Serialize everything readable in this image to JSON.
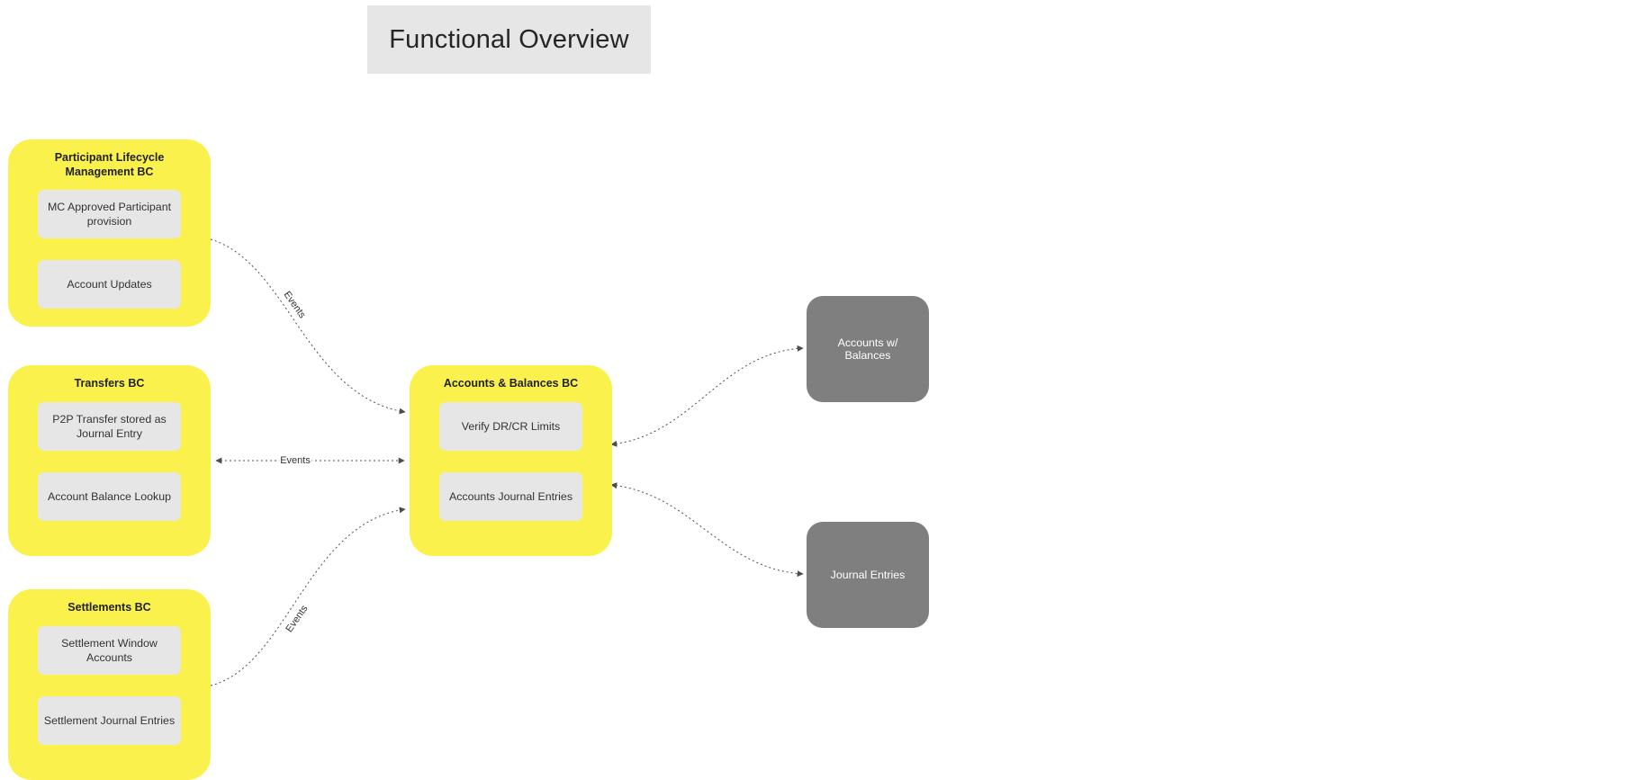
{
  "diagram": {
    "title": "Functional Overview"
  },
  "contexts": [
    {
      "title": "Participant Lifecycle Management BC",
      "items": [
        "MC Approved Participant provision",
        "Account Updates"
      ]
    },
    {
      "title": "Transfers BC",
      "items": [
        "P2P Transfer stored as Journal Entry",
        "Account Balance Lookup"
      ]
    },
    {
      "title": "Settlements BC",
      "items": [
        "Settlement Window Accounts",
        "Settlement Journal Entries"
      ]
    },
    {
      "title": "Accounts & Balances BC",
      "items": [
        "Verify DR/CR Limits",
        "Accounts Journal Entries"
      ]
    }
  ],
  "datastores": [
    {
      "label": "Accounts w/ Balances"
    },
    {
      "label": "Journal Entries"
    }
  ],
  "connector_labels": {
    "plm_to_ab": "Events",
    "transfers_to_ab": "Events",
    "settlements_to_ab": "Events"
  },
  "colors": {
    "context_fill": "#FAF14D",
    "item_fill": "#E6E6E6",
    "datastore_fill": "#7F7F7F",
    "title_fill": "#E6E6E6"
  }
}
